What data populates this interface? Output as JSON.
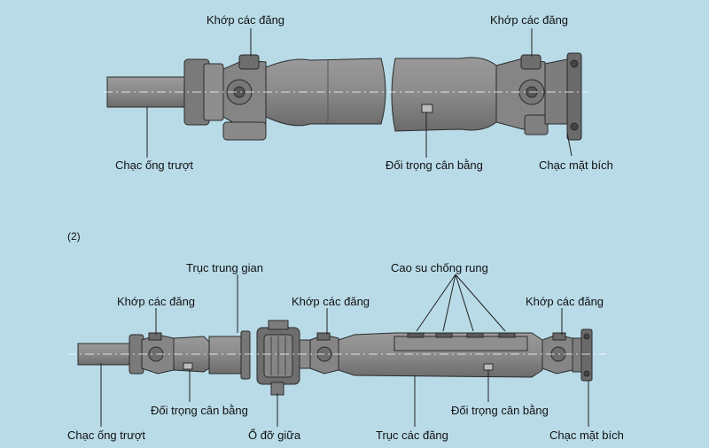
{
  "diagram1": {
    "label_ujoint_left": "Khớp các đăng",
    "label_ujoint_right": "Khớp các đăng",
    "label_slip_yoke": "Chạc ống trượt",
    "label_balance_weight": "Đối trọng cân bằng",
    "label_flange_yoke": "Chạc mặt bích"
  },
  "diagram2": {
    "number": "(2)",
    "label_intermediate_shaft": "Trục trung gian",
    "label_rubber": "Cao su chống rung",
    "label_ujoint_1": "Khớp các đăng",
    "label_ujoint_2": "Khớp các đăng",
    "label_ujoint_3": "Khớp các đăng",
    "label_balance_left": "Đối trọng cân bằng",
    "label_balance_right": "Đối trọng cân bằng",
    "label_slip_yoke": "Chạc ống trượt",
    "label_center_bearing": "Ổ đỡ giữa",
    "label_propeller_shaft": "Trục các đăng",
    "label_flange_yoke": "Chạc mặt bích"
  },
  "colors": {
    "background": "#b9dbe8",
    "part_fill": "#8a8a8a",
    "part_dark": "#5a5a5a",
    "part_light": "#a9a9a9",
    "leader": "#222222"
  }
}
